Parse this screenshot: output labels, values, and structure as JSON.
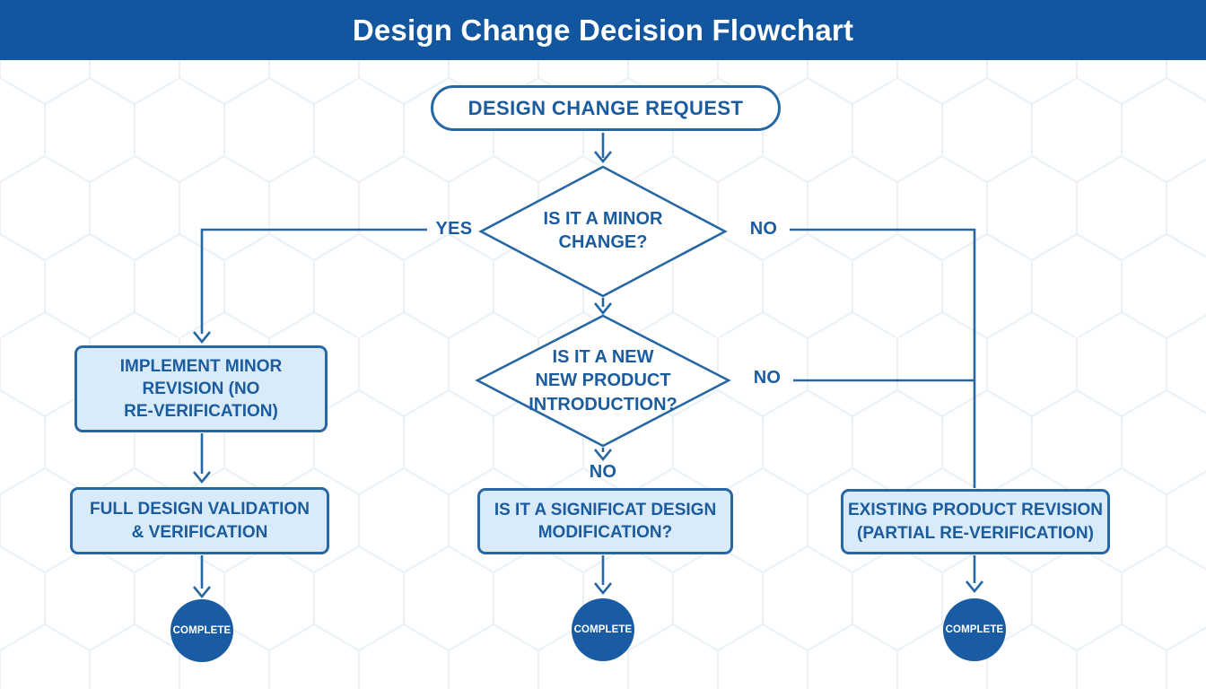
{
  "theme": {
    "header-bg": "#11569E",
    "line": "#2767A4",
    "text-blue": "#1B5C9E",
    "box-fill": "#D9EAF8",
    "box-border": "#2767A4",
    "circle-fill": "#1A5CA3",
    "hex-stroke": "#E9F1F7",
    "canvas-bg": "#FFFFFF"
  },
  "header": {
    "title": "Design Change Decision Flowchart"
  },
  "nodes": {
    "start": {
      "label": "DESIGN CHANGE REQUEST"
    },
    "diamond_minor_change": {
      "lines": [
        "IS IT A MINOR",
        "CHANGE?"
      ]
    },
    "diamond_new_product": {
      "lines": [
        "IS IT A NEW",
        "NEW PRODUCT",
        "INTRODUCTION?"
      ]
    },
    "box_implement_minor": {
      "lines": [
        "IMPLEMENT MINOR",
        "REVISION (NO",
        "RE-VERIFICATION)"
      ]
    },
    "box_full_validation": {
      "lines": [
        "FULL DESIGN VALIDATION",
        "& VERIFICATION"
      ]
    },
    "box_significant_mod": {
      "lines": [
        "IS IT A SIGNIFICAT DESIGN",
        "MODIFICATION?"
      ]
    },
    "box_existing_revision": {
      "lines": [
        "EXISTING PRODUCT REVISION",
        "(PARTIAL RE-VERIFICATION)"
      ]
    },
    "terminal": {
      "label": "COMPLETE"
    }
  },
  "edges": {
    "yes1": "YES",
    "no1": "NO",
    "no2": "NO",
    "no3": "NO"
  }
}
